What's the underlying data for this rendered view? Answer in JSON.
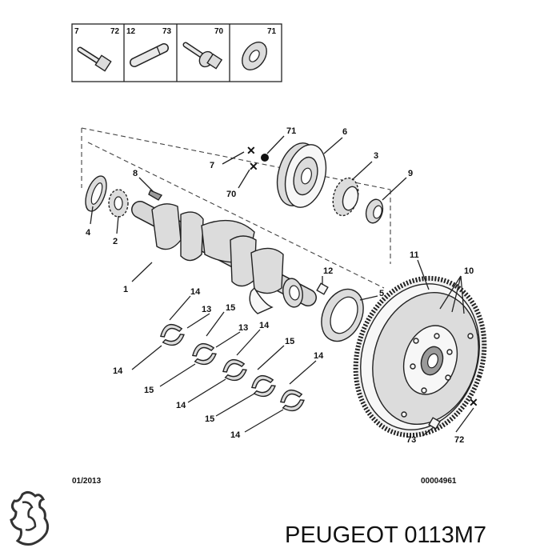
{
  "legend": {
    "cells": [
      {
        "ref_left": "7",
        "ref_right": "72"
      },
      {
        "ref_left": "12",
        "ref_right": "73"
      },
      {
        "ref_left": "",
        "ref_right": "70"
      },
      {
        "ref_left": "",
        "ref_right": "71"
      }
    ]
  },
  "callouts": {
    "c1": "1",
    "c2": "2",
    "c3": "3",
    "c4": "4",
    "c5": "5",
    "c6": "6",
    "c7": "7",
    "c8": "8",
    "c9": "9",
    "c10": "10",
    "c11": "11",
    "c12": "12",
    "c13a": "13",
    "c13b": "13",
    "c14a": "14",
    "c14b": "14",
    "c14c": "14",
    "c14d": "14",
    "c14e": "14",
    "c14f": "14",
    "c15a": "15",
    "c15b": "15",
    "c15c": "15",
    "c15d": "15",
    "c70": "70",
    "c71": "71",
    "c72": "72",
    "c73": "73"
  },
  "footer": {
    "date": "01/2013",
    "diagram_code": "00004961"
  },
  "caption": {
    "text": "PEUGEOT 0113M7"
  },
  "colors": {
    "ink": "#222222",
    "part_fill": "#dcdcdc",
    "background": "#ffffff"
  }
}
